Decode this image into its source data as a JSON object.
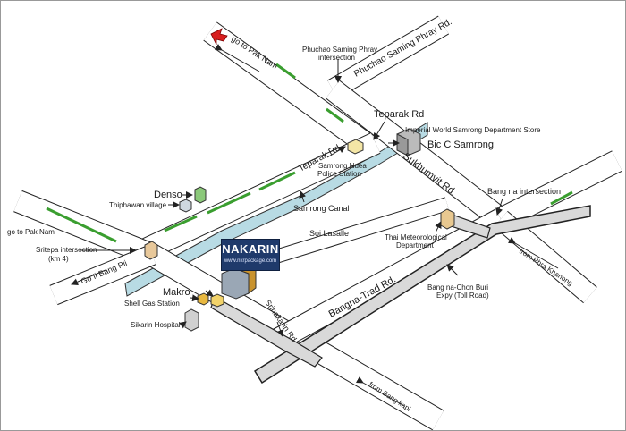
{
  "brand": {
    "title": "NAKARIN",
    "url": "www.nkrpackage.com"
  },
  "colors": {
    "canal": "#b8dbe4",
    "expressway": "#d9d9d9",
    "green_lane": "#3a9e2f",
    "arrow_red": "#d81e1e",
    "brand_box": "#1f3a6b"
  },
  "labels": {
    "go_to_pak_nam_top": "go to Pak Nam",
    "phuchao_intersection": "Phuchao Saming Phray intersection",
    "phuchao_road": "Phuchao Saming Phray Rd.",
    "teparak_rd_top": "Teparak Rd",
    "imperial_world": "Imperial World Samrong Department Store",
    "bic_c": "Bic C Samrong",
    "teparak_rd_diag": "Teparak Rd.",
    "samrong_nuea": "Samrong Nuea Police Station",
    "sukhumvit": "Sukhumvit Rd.",
    "bang_na_intersection": "Bang na intersection",
    "denso": "Denso",
    "thiphawan": "Thiphawan village",
    "samrong_canal": "Samrong Canal",
    "go_to_pak_nam_left": "go to Pak Nam",
    "sritepa": "Sritepa intersection (km 4)",
    "go_ii_bang_pli": "Go Ii Bang Pli",
    "soi_lasalle": "Soi Lasalle",
    "thai_met": "Thai Meteorological Department",
    "from_phra_khanong": "from Phra Khanong",
    "bangna_trad": "Bangna-Trad Rd.",
    "makro": "Makro",
    "shell": "Shell Gas Station",
    "sikarin": "Sikarin Hospital",
    "srinakarin": "Srinakarin Rd",
    "bang_na_chon_buri": "Bang na-Chon Buri Expy (Toll Road)",
    "from_bang_kapi": "from Bang kapi"
  }
}
